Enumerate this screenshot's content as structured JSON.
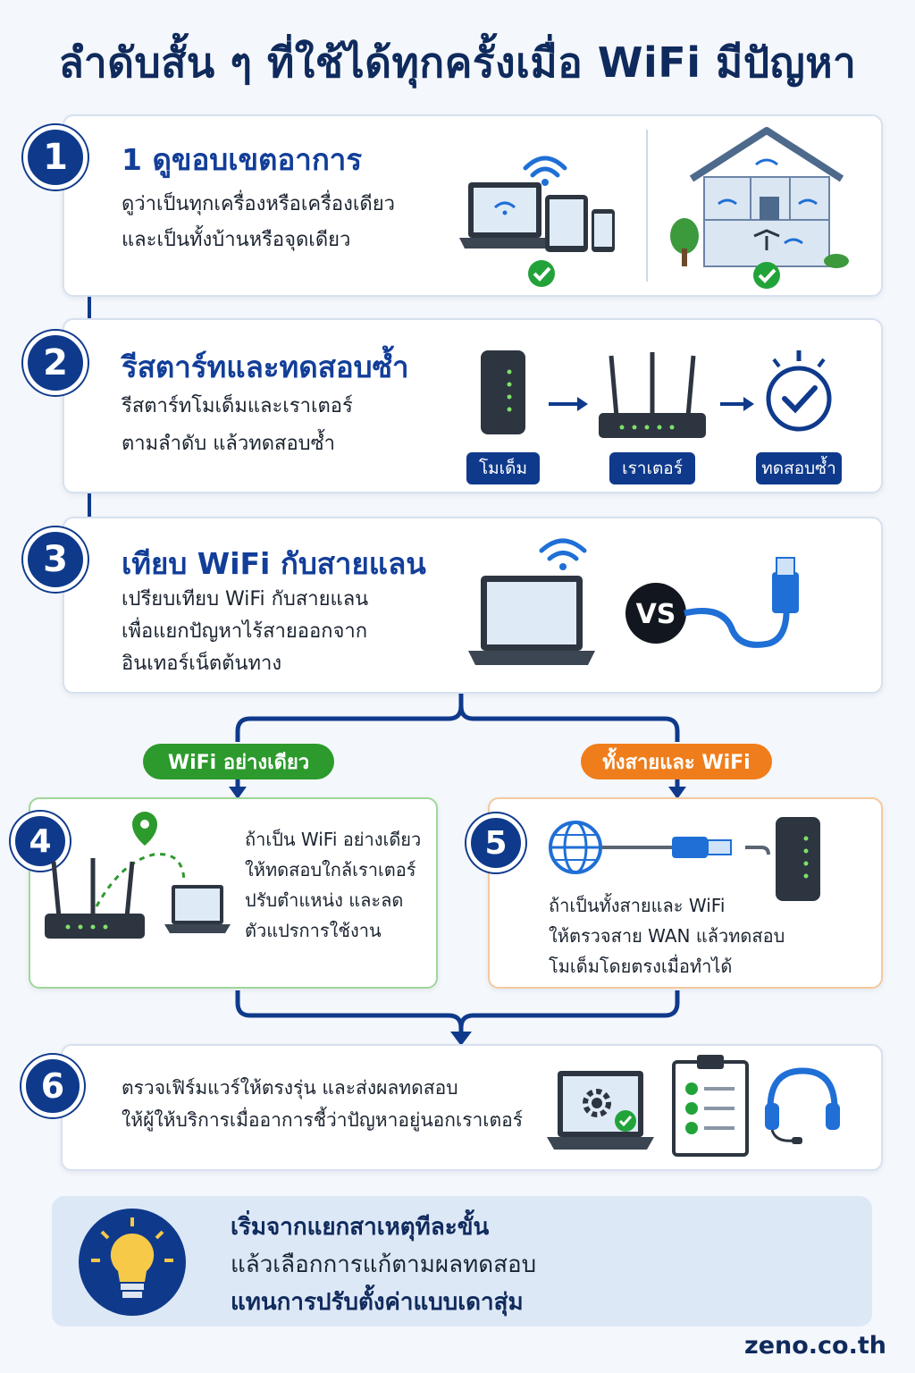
{
  "title": "ลำดับสั้น ๆ ที่ใช้ได้ทุกครั้งเมื่อ WiFi มีปัญหา",
  "steps": {
    "s1": {
      "number": "1",
      "title": "1 ดูขอบเขตอาการ",
      "lines": [
        "ดูว่าเป็นทุกเครื่องหรือเครื่องเดียว",
        "และเป็นทั้งบ้านหรือจุดเดียว"
      ]
    },
    "s2": {
      "number": "2",
      "title": "รีสตาร์ทและทดสอบซ้ำ",
      "lines": [
        "รีสตาร์ทโมเด็มและเราเตอร์",
        "ตามลำดับ แล้วทดสอบซ้ำ"
      ],
      "tags": [
        "โมเด็ม",
        "เราเตอร์",
        "ทดสอบซ้ำ"
      ]
    },
    "s3": {
      "number": "3",
      "title": "เทียบ WiFi กับสายแลน",
      "lines": [
        "เปรียบเทียบ WiFi กับสายแลน",
        "เพื่อแยกปัญหาไร้สายออกจาก",
        "อินเทอร์เน็ตต้นทาง"
      ],
      "vs": "VS"
    },
    "s4": {
      "number": "4",
      "label": "WiFi อย่างเดียว",
      "lines": [
        "ถ้าเป็น WiFi อย่างเดียว",
        "ให้ทดสอบใกล้เราเตอร์",
        "ปรับตำแหน่ง และลด",
        "ตัวแปรการใช้งาน"
      ]
    },
    "s5": {
      "number": "5",
      "label": "ทั้งสายและ WiFi",
      "lines": [
        "ถ้าเป็นทั้งสายและ WiFi",
        "ให้ตรวจสาย WAN แล้วทดสอบ",
        "โมเด็มโดยตรงเมื่อทำได้"
      ]
    },
    "s6": {
      "number": "6",
      "lines": [
        "ตรวจเฟิร์มแวร์ให้ตรงรุ่น และส่งผลทดสอบ",
        "ให้ผู้ให้บริการเมื่ออาการชี้ว่าปัญหาอยู่นอกเราเตอร์"
      ]
    }
  },
  "tip": {
    "lines": [
      "เริ่มจากแยกสาเหตุทีละขั้น",
      "แล้วเลือกการแก้ตามผลทดสอบ",
      "แทนการปรับตั้งค่าแบบเดาสุ่ม"
    ]
  },
  "brand": "zeno.co.th",
  "icons": [
    "laptop-icon",
    "tablet-icon",
    "phone-icon",
    "wifi-icon",
    "check-icon",
    "house-icon",
    "tree-icon",
    "modem-icon",
    "router-icon",
    "arrow-right-icon",
    "stopwatch-icon",
    "ethernet-cable-icon",
    "location-pin-icon",
    "globe-icon",
    "gear-icon",
    "clipboard-icon",
    "headset-icon",
    "lightbulb-icon"
  ],
  "colors": {
    "primary": "#0f3a8c",
    "green": "#2c9a2c",
    "orange": "#f07d1b",
    "check": "#22a33a"
  }
}
